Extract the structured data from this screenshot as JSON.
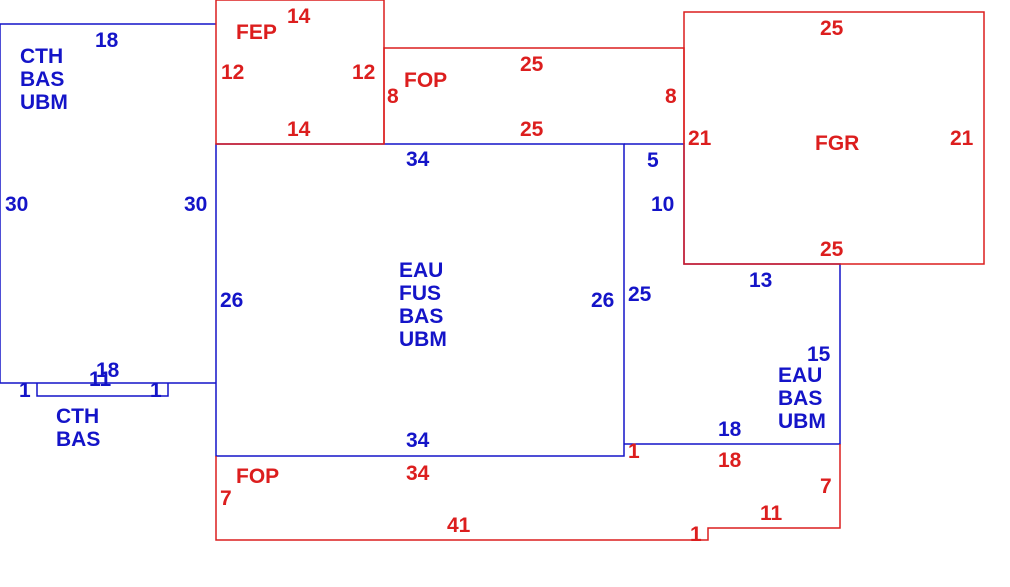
{
  "colors": {
    "living_area": "#1414c8",
    "porch_garage": "#dc1e1e",
    "background": "#ffffff"
  },
  "areas": {
    "cth_main": {
      "codes": [
        "CTH",
        "BAS",
        "UBM"
      ],
      "top": "18",
      "left": "30",
      "right": "30",
      "bottom": "18"
    },
    "cth_small": {
      "codes": [
        "CTH",
        "BAS"
      ],
      "top": "11",
      "left": "1",
      "right": "1"
    },
    "main": {
      "codes": [
        "EAU",
        "FUS",
        "BAS",
        "UBM"
      ],
      "top": "34",
      "left": "26",
      "right": "26",
      "bottom": "34"
    },
    "east_wing": {
      "codes": [
        "EAU",
        "BAS",
        "UBM"
      ],
      "top_a": "5",
      "right_a": "10",
      "top_b": "13",
      "right_b": "15",
      "left": "25",
      "bottom": "18",
      "step": "1"
    },
    "fep": {
      "code": "FEP",
      "top": "14",
      "left": "12",
      "right": "12",
      "bottom": "14"
    },
    "fop_north": {
      "code": "FOP",
      "top": "25",
      "left": "8",
      "right": "8",
      "bottom": "25"
    },
    "fgr": {
      "code": "FGR",
      "top": "25",
      "left": "21",
      "right": "21",
      "bottom": "25"
    },
    "fop_south": {
      "code": "FOP",
      "top": "34",
      "left": "7",
      "right_top": "18",
      "right": "7",
      "bottom_right": "11",
      "step": "1",
      "bottom": "41"
    }
  }
}
